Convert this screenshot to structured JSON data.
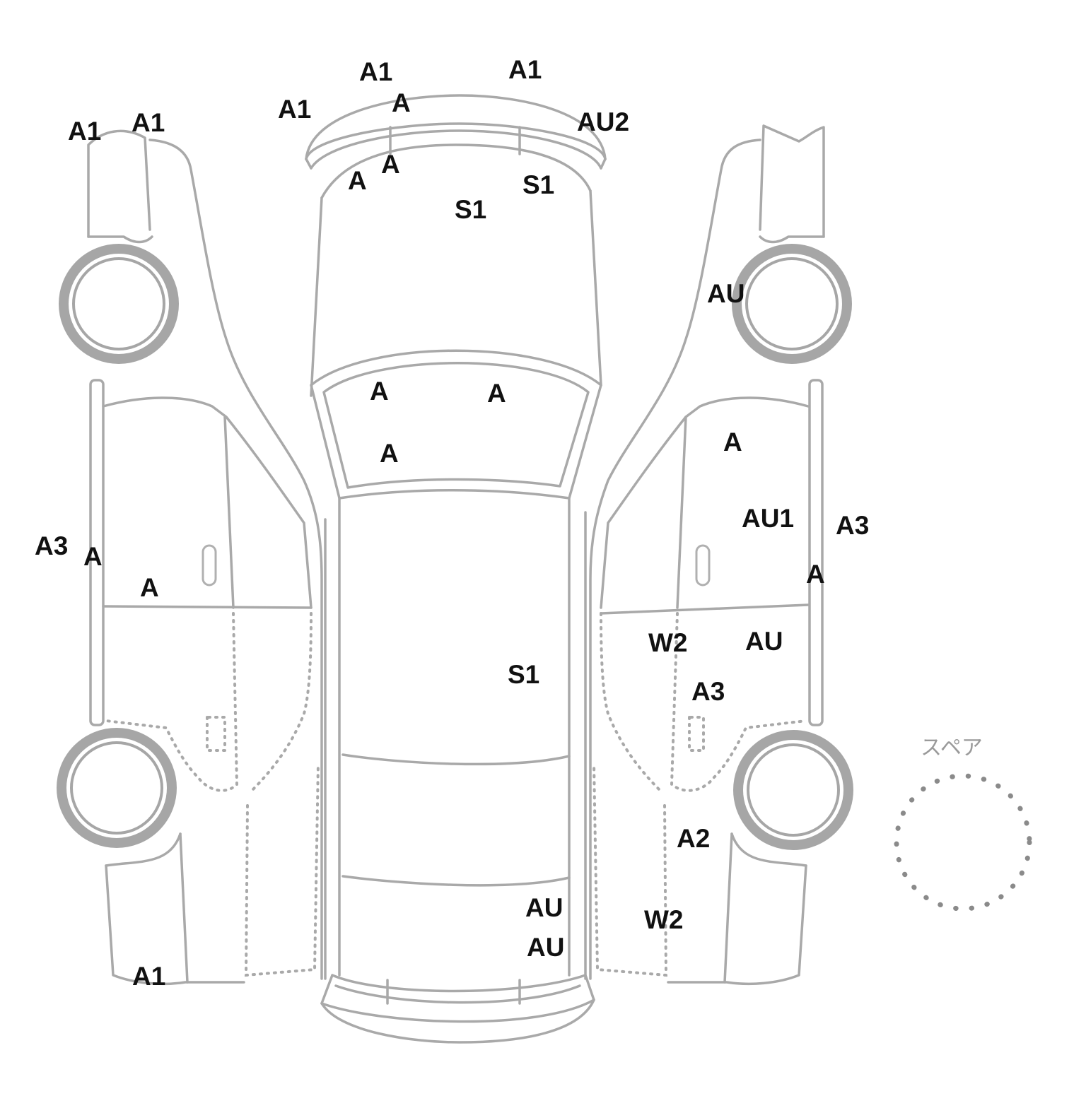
{
  "diagram": {
    "spare_label": "スペア",
    "damage_marks": [
      {
        "id": "left-front-bumper-top",
        "code": "A1"
      },
      {
        "id": "left-front-fender-top",
        "code": "A1"
      },
      {
        "id": "front-bumper-left-corner",
        "code": "A1"
      },
      {
        "id": "front-bumper-top-left",
        "code": "A1"
      },
      {
        "id": "front-bumper-top-right",
        "code": "A1"
      },
      {
        "id": "front-bumper-center",
        "code": "A"
      },
      {
        "id": "front-bumper-right-corner",
        "code": "AU2"
      },
      {
        "id": "front-grille-left",
        "code": "A"
      },
      {
        "id": "front-grille-center",
        "code": "A"
      },
      {
        "id": "hood-right",
        "code": "S1"
      },
      {
        "id": "hood-center",
        "code": "S1"
      },
      {
        "id": "right-front-fender",
        "code": "AU"
      },
      {
        "id": "windshield-left",
        "code": "A"
      },
      {
        "id": "windshield-right",
        "code": "A"
      },
      {
        "id": "windshield-lower-left",
        "code": "A"
      },
      {
        "id": "right-front-door-upper",
        "code": "A"
      },
      {
        "id": "right-front-door",
        "code": "AU1"
      },
      {
        "id": "right-side-sill",
        "code": "A3"
      },
      {
        "id": "right-side-sill-lower",
        "code": "A"
      },
      {
        "id": "left-side-sill",
        "code": "A3"
      },
      {
        "id": "left-side-sill-lower",
        "code": "A"
      },
      {
        "id": "left-front-door",
        "code": "A"
      },
      {
        "id": "right-rear-door-front",
        "code": "W2"
      },
      {
        "id": "right-rear-door",
        "code": "AU"
      },
      {
        "id": "roof",
        "code": "S1"
      },
      {
        "id": "right-rear-door-lower",
        "code": "A3"
      },
      {
        "id": "right-rear-fender",
        "code": "A2"
      },
      {
        "id": "trunk-upper",
        "code": "AU"
      },
      {
        "id": "trunk-lower",
        "code": "AU"
      },
      {
        "id": "right-rear-quarter",
        "code": "W2"
      },
      {
        "id": "left-rear-bumper",
        "code": "A1"
      }
    ]
  }
}
